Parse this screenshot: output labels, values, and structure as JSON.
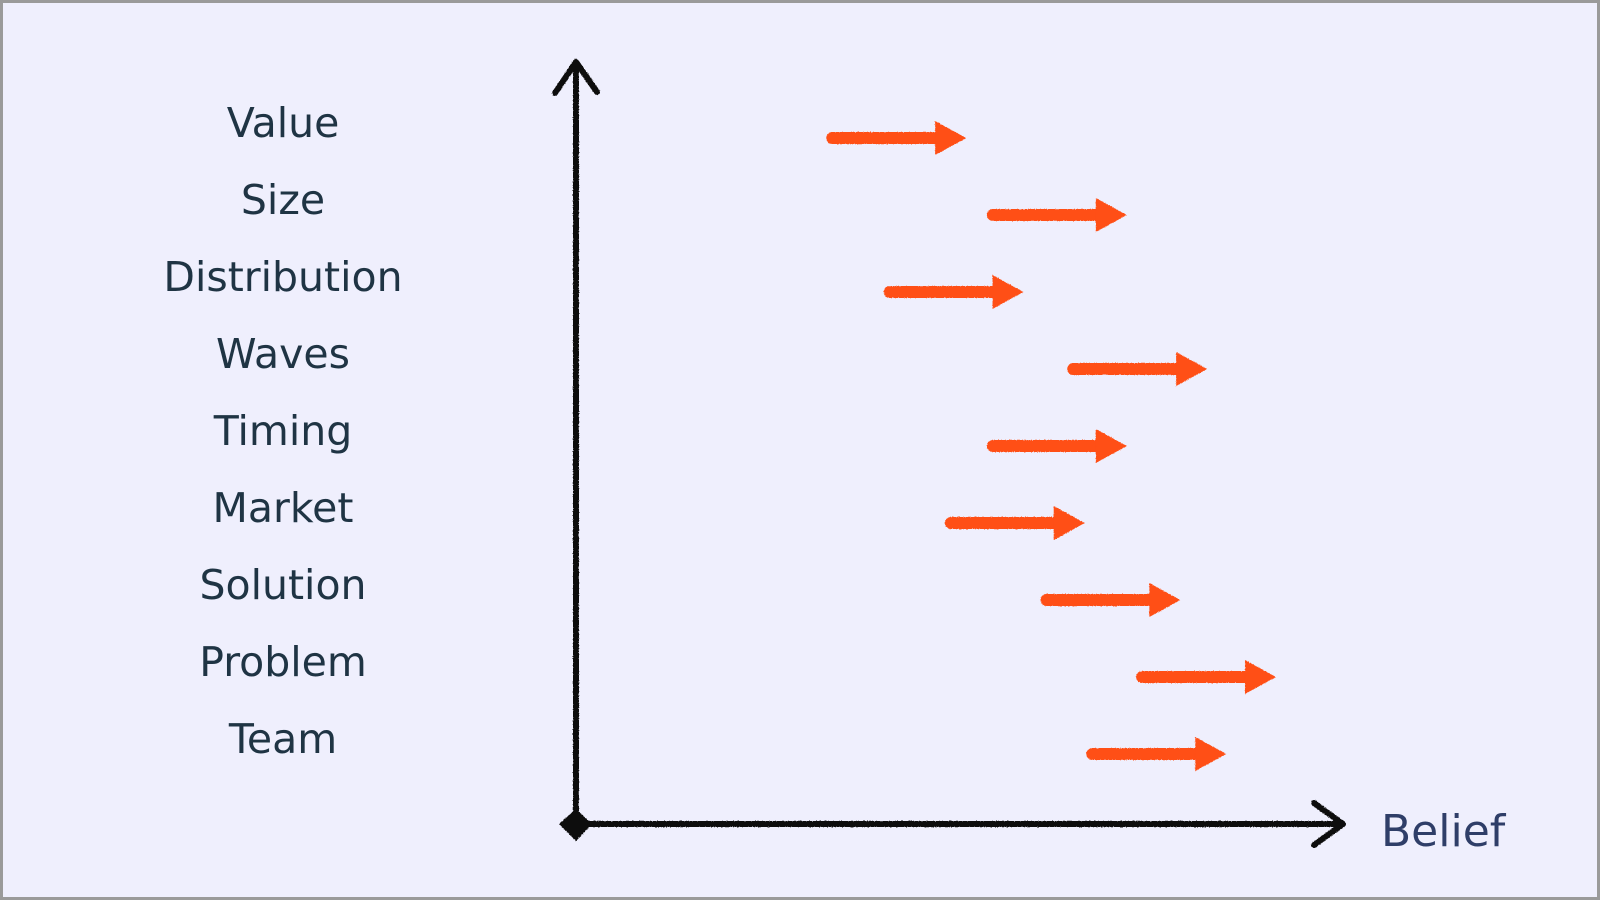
{
  "diagram": {
    "x_axis_label": "Belief",
    "colors": {
      "background": "#efeffd",
      "border": "#9a9a9a",
      "label": "#1f3444",
      "axis": "#111111",
      "axis_label": "#2f3e68",
      "arrow": "#ff4f14"
    },
    "rows": [
      {
        "label": "Value",
        "belief_start": 0.335,
        "belief_end": 0.51
      },
      {
        "label": "Size",
        "belief_start": 0.545,
        "belief_end": 0.72
      },
      {
        "label": "Distribution",
        "belief_start": 0.41,
        "belief_end": 0.585
      },
      {
        "label": "Waves",
        "belief_start": 0.65,
        "belief_end": 0.825
      },
      {
        "label": "Timing",
        "belief_start": 0.545,
        "belief_end": 0.72
      },
      {
        "label": "Market",
        "belief_start": 0.49,
        "belief_end": 0.665
      },
      {
        "label": "Solution",
        "belief_start": 0.615,
        "belief_end": 0.79
      },
      {
        "label": "Problem",
        "belief_start": 0.74,
        "belief_end": 0.915
      },
      {
        "label": "Team",
        "belief_start": 0.675,
        "belief_end": 0.85
      }
    ]
  }
}
